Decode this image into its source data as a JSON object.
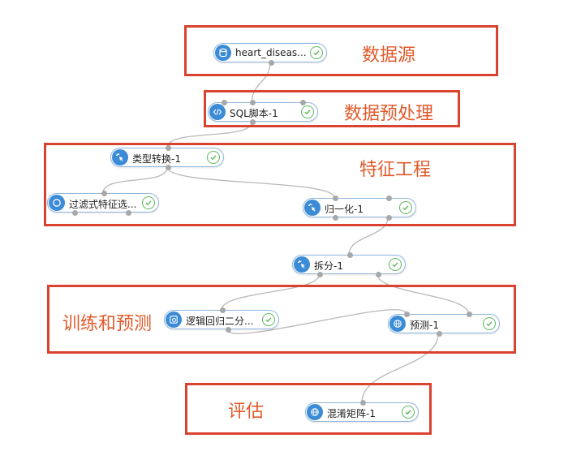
{
  "colors": {
    "group_border": "#d9422e",
    "group_label": "#e05a2b",
    "node_border": "#8fb6dc",
    "node_icon_bg": "#3b8bd6",
    "status_ok": "#5cb85c",
    "edge": "#b8b8b8",
    "port": "#a8a8a8"
  },
  "groups": [
    {
      "id": "g1",
      "name": "data-source-group",
      "label": "数据源"
    },
    {
      "id": "g2",
      "name": "preprocess-group",
      "label": "数据预处理"
    },
    {
      "id": "g3",
      "name": "feature-engineering-group",
      "label": "特征工程"
    },
    {
      "id": "g4",
      "name": "train-predict-group",
      "label": "训练和预测"
    },
    {
      "id": "g5",
      "name": "evaluate-group",
      "label": "评估"
    }
  ],
  "nodes": [
    {
      "id": "n1",
      "name": "heart-disease-node",
      "label": "heart_diseas...",
      "icon": "database-icon",
      "status": "check-icon"
    },
    {
      "id": "n2",
      "name": "sql-script-node",
      "label": "SQL脚本-1",
      "icon": "code-icon",
      "status": "check-icon"
    },
    {
      "id": "n3",
      "name": "type-convert-node",
      "label": "类型转换-1",
      "icon": "cursor-click-icon",
      "status": "check-icon"
    },
    {
      "id": "n4",
      "name": "filter-feature-select-node",
      "label": "过滤式特征选...",
      "icon": "circle-icon",
      "status": "check-icon"
    },
    {
      "id": "n5",
      "name": "normalize-node",
      "label": "归一化-1",
      "icon": "cursor-click-icon",
      "status": "check-icon"
    },
    {
      "id": "n6",
      "name": "split-node",
      "label": "拆分-1",
      "icon": "cursor-click-icon",
      "status": "check-icon"
    },
    {
      "id": "n7",
      "name": "logistic-regression-node",
      "label": "逻辑回归二分...",
      "icon": "refresh-icon",
      "status": "check-icon"
    },
    {
      "id": "n8",
      "name": "predict-node",
      "label": "预测-1",
      "icon": "globe-icon",
      "status": "check-icon"
    },
    {
      "id": "n9",
      "name": "confusion-matrix-node",
      "label": "混淆矩阵-1",
      "icon": "globe-icon",
      "status": "check-icon"
    }
  ],
  "edges": [
    {
      "from": "n1",
      "to": "n2"
    },
    {
      "from": "n2",
      "to": "n3"
    },
    {
      "from": "n3",
      "to": "n4"
    },
    {
      "from": "n3",
      "to": "n5"
    },
    {
      "from": "n5",
      "to": "n6"
    },
    {
      "from": "n6",
      "to": "n7"
    },
    {
      "from": "n6",
      "to": "n8"
    },
    {
      "from": "n7",
      "to": "n8"
    },
    {
      "from": "n8",
      "to": "n9"
    }
  ]
}
